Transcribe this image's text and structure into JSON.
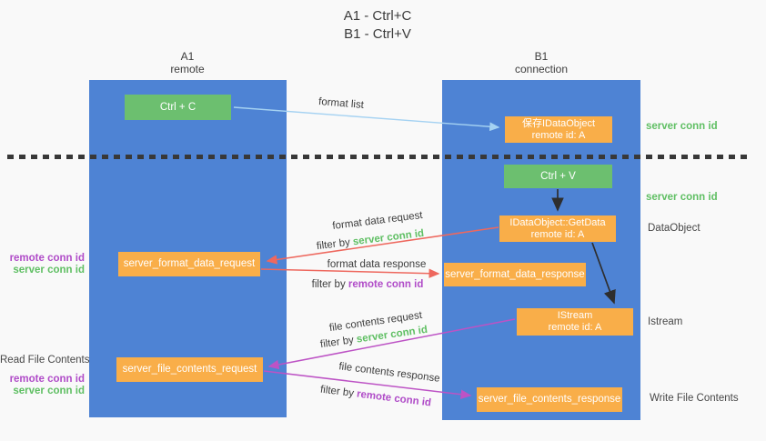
{
  "title": {
    "line1": "A1 - Ctrl+C",
    "line2": "B1 - Ctrl+V"
  },
  "columns": {
    "a": {
      "name": "A1",
      "subtitle": "remote"
    },
    "b": {
      "name": "B1",
      "subtitle": "connection"
    }
  },
  "nodes": {
    "ctrl_c": {
      "label": "Ctrl + C"
    },
    "save_dataobject": {
      "line1": "保存IDataObject",
      "line2": "remote id: A"
    },
    "ctrl_v": {
      "label": "Ctrl + V"
    },
    "getdata": {
      "line1": "IDataObject::GetData",
      "line2": "remote id: A"
    },
    "format_request": {
      "label": "server_format_data_request"
    },
    "format_response": {
      "label": "server_format_data_response"
    },
    "istream": {
      "line1": "IStream",
      "line2": "remote id: A"
    },
    "file_request": {
      "label": "server_file_contents_request"
    },
    "file_response": {
      "label": "server_file_contents_response"
    }
  },
  "flow_labels": {
    "format_list": "format list",
    "format_data_request": "format data request",
    "format_data_response": "format data response",
    "file_contents_request": "file contents request",
    "file_contents_response": "file contents response",
    "filter_by": "filter by",
    "server_conn_id": "server conn id",
    "remote_conn_id": "remote conn id"
  },
  "side_labels": {
    "server_conn_id_1": "server conn id",
    "server_conn_id_2": "server conn id",
    "dataobject": "DataObject",
    "istream": "Istream",
    "write_file_contents": "Write File Contents",
    "read_file_contents": "Read File Contents",
    "left_remote_conn_id_1": "remote conn id",
    "left_server_conn_id_1": "server conn id",
    "left_remote_conn_id_2": "remote conn id",
    "left_server_conn_id_2": "server conn id"
  },
  "colors": {
    "column_blue": "#4e83d4",
    "box_green": "#6cbf6f",
    "box_orange": "#f9ae49",
    "arrow_blue": "#a5d2f2",
    "arrow_black": "#2e2e2e",
    "arrow_red": "#ee685e",
    "arrow_magenta": "#bd53c5",
    "label_green": "#5fbf63",
    "label_purple": "#b04cc8",
    "text_dark": "#3d3d3d"
  }
}
